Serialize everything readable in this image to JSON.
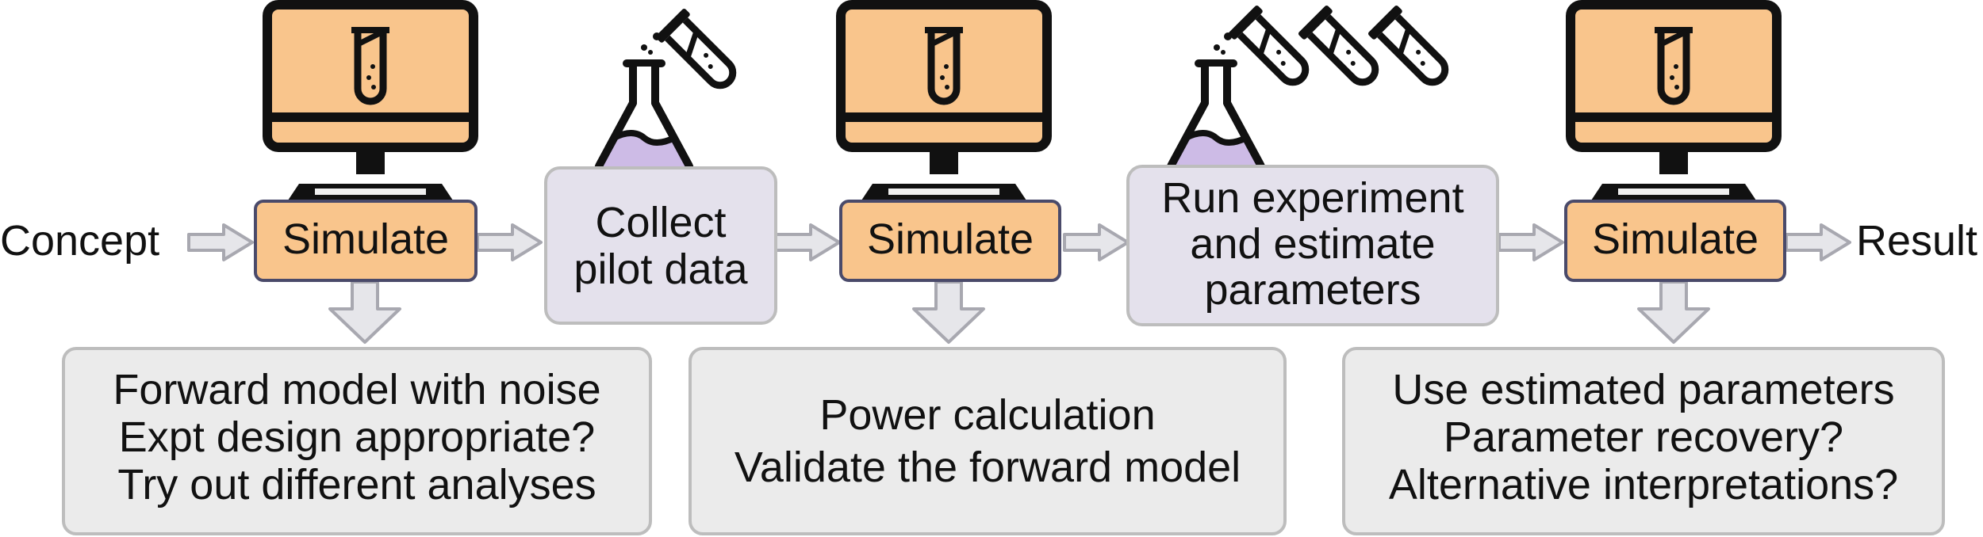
{
  "colors": {
    "monitor_fill": "#F9C58C",
    "simulate_fill": "#F9C58C",
    "simulate_stroke": "#4A4A6A",
    "lab_box_fill": "#E4E1EC",
    "note_box_fill": "#EBEBEB",
    "box_stroke": "#BDBDBD",
    "arrow_fill": "#E6E6EA",
    "arrow_stroke": "#A8A8B0",
    "liquid": "#CDBBE6",
    "outline": "#111111"
  },
  "icons": {
    "computer": "computer-monitor-icon",
    "test_tube": "test-tube-icon",
    "flask": "flask-icon"
  },
  "flow": {
    "start": "Concept",
    "end": "Result",
    "simulate_1": "Simulate",
    "simulate_2": "Simulate",
    "simulate_3": "Simulate",
    "collect": [
      "Collect",
      "pilot data"
    ],
    "experiment": [
      "Run experiment",
      "and estimate",
      "parameters"
    ]
  },
  "notes": {
    "first": [
      "Forward model with noise",
      "Expt design appropriate?",
      "Try out different analyses"
    ],
    "second": [
      "Power calculation",
      "Validate the forward model"
    ],
    "third": [
      "Use estimated parameters",
      "Parameter recovery?",
      "Alternative interpretations?"
    ]
  }
}
